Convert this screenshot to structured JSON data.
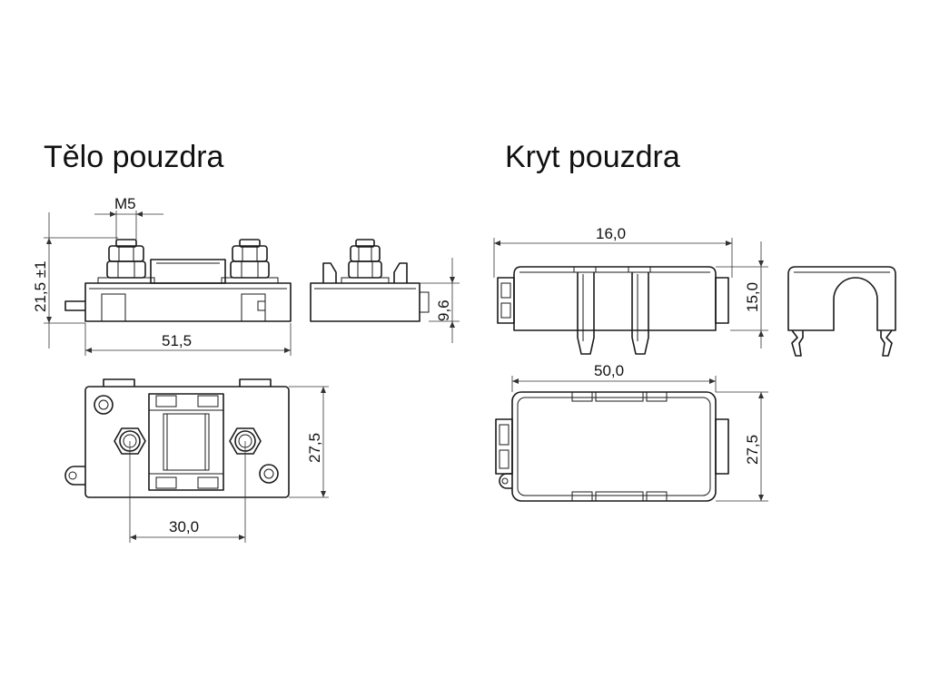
{
  "titles": {
    "body": "Tělo pouzdra",
    "cover": "Kryt pouzdra"
  },
  "dimensions": {
    "thread": "M5",
    "body_height": "21,5 ±1",
    "body_length": "51,5",
    "body_side_height": "9,6",
    "body_width": "27,5",
    "stud_spacing": "30,0",
    "cover_length_front": "16,0",
    "cover_height": "15,0",
    "cover_length_top": "50,0",
    "cover_width": "27,5"
  }
}
